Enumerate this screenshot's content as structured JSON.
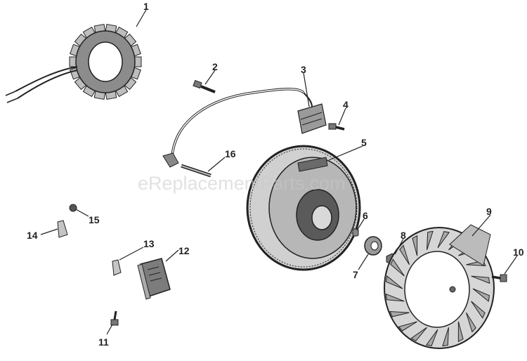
{
  "watermark": "eReplacementParts.com",
  "callouts": [
    {
      "id": "1",
      "part": "stator"
    },
    {
      "id": "2",
      "part": "screw"
    },
    {
      "id": "3",
      "part": "ignition-module"
    },
    {
      "id": "4",
      "part": "screw"
    },
    {
      "id": "5",
      "part": "flywheel"
    },
    {
      "id": "6",
      "part": "key"
    },
    {
      "id": "7",
      "part": "washer"
    },
    {
      "id": "8",
      "part": "nut"
    },
    {
      "id": "9",
      "part": "fan"
    },
    {
      "id": "10",
      "part": "screw"
    },
    {
      "id": "11",
      "part": "screw"
    },
    {
      "id": "12",
      "part": "rectifier-regulator"
    },
    {
      "id": "13",
      "part": "bracket"
    },
    {
      "id": "14",
      "part": "bracket"
    },
    {
      "id": "15",
      "part": "nut"
    },
    {
      "id": "16",
      "part": "spark-plug"
    }
  ]
}
